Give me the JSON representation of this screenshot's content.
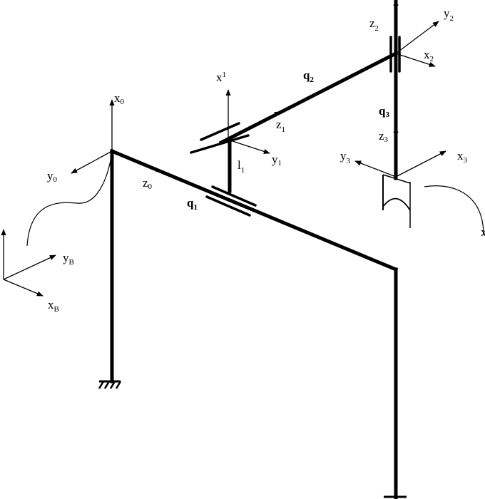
{
  "labels": {
    "x0": {
      "main": "x",
      "sub": "0"
    },
    "y0": {
      "main": "y",
      "sub": "0"
    },
    "z0": {
      "main": "z",
      "sub": "0"
    },
    "q1": {
      "main": "q",
      "sub": "1"
    },
    "x1": {
      "main": "x",
      "sub": "1"
    },
    "y1": {
      "main": "y",
      "sub": "1"
    },
    "z1": {
      "main": "z",
      "sub": "1"
    },
    "l1": {
      "main": "l",
      "sub": "1"
    },
    "q2": {
      "main": "q",
      "sub": "2"
    },
    "x2": {
      "main": "x",
      "sub": "2"
    },
    "y2": {
      "main": "y",
      "sub": "2"
    },
    "z2": {
      "main": "z",
      "sub": "2"
    },
    "q3": {
      "main": "q",
      "sub": "3"
    },
    "x3": {
      "main": "x",
      "sub": "3"
    },
    "y3": {
      "main": "y",
      "sub": "3"
    },
    "z3": {
      "main": "z",
      "sub": "3"
    },
    "xB": {
      "main": "x",
      "sub": "B"
    },
    "yB": {
      "main": "y",
      "sub": "B"
    },
    "edge": {
      "main": "x",
      "sub": ""
    }
  }
}
